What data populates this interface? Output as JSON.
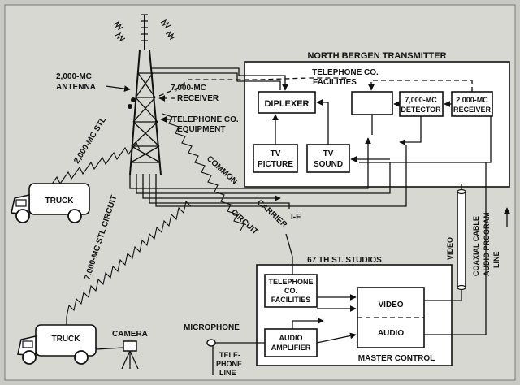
{
  "labels": {
    "north_bergen_transmitter": "NORTH BERGEN TRANSMITTER",
    "telephone_co_facilities_1": "TELEPHONE CO.",
    "telephone_co_facilities_2": "FACILITIES",
    "diplexer": "DIPLEXER",
    "detector_1": "7,000-MC",
    "detector_2": "DETECTOR",
    "receiver_2000_1": "2,000-MC",
    "receiver_2000_2": "RECEIVER",
    "tv_picture_1": "TV",
    "tv_picture_2": "PICTURE",
    "tv_sound_1": "TV",
    "tv_sound_2": "SOUND",
    "antenna_2000_1": "2,000-MC",
    "antenna_2000_2": "ANTENNA",
    "receiver_7000_1": "7,000-MC",
    "receiver_7000_2": "RECEIVER",
    "telephone_equipment_1": "TELEPHONE CO.",
    "telephone_equipment_2": "EQUIPMENT",
    "stl_2000": "2,000-MC STL",
    "stl_7000_circuit": "7,000-MC STL CIRCUIT",
    "truck_1": "TRUCK",
    "truck_2": "TRUCK",
    "camera": "CAMERA",
    "microphone": "MICROPHONE",
    "telephone_line_1": "TELE-",
    "telephone_line_2": "PHONE",
    "telephone_line_3": "LINE",
    "common": "COMMON",
    "carrier": "CARRIER",
    "circuit": "CIRCUIT",
    "if": "I-F",
    "video_coaxial_cable_1": "VIDEO",
    "video_coaxial_cable_2": "COAXIAL CABLE",
    "audio_program_line_1": "AUDIO PROGRAM",
    "audio_program_line_2": "LINE",
    "studios": "67 TH  ST. STUDIOS",
    "studio_telephone_1": "TELEPHONE",
    "studio_telephone_2": "CO.",
    "studio_telephone_3": "FACILITIES",
    "audio_amplifier_1": "AUDIO",
    "audio_amplifier_2": "AMPLIFIER",
    "video": "VIDEO",
    "audio": "AUDIO",
    "master_control": "MASTER CONTROL"
  }
}
